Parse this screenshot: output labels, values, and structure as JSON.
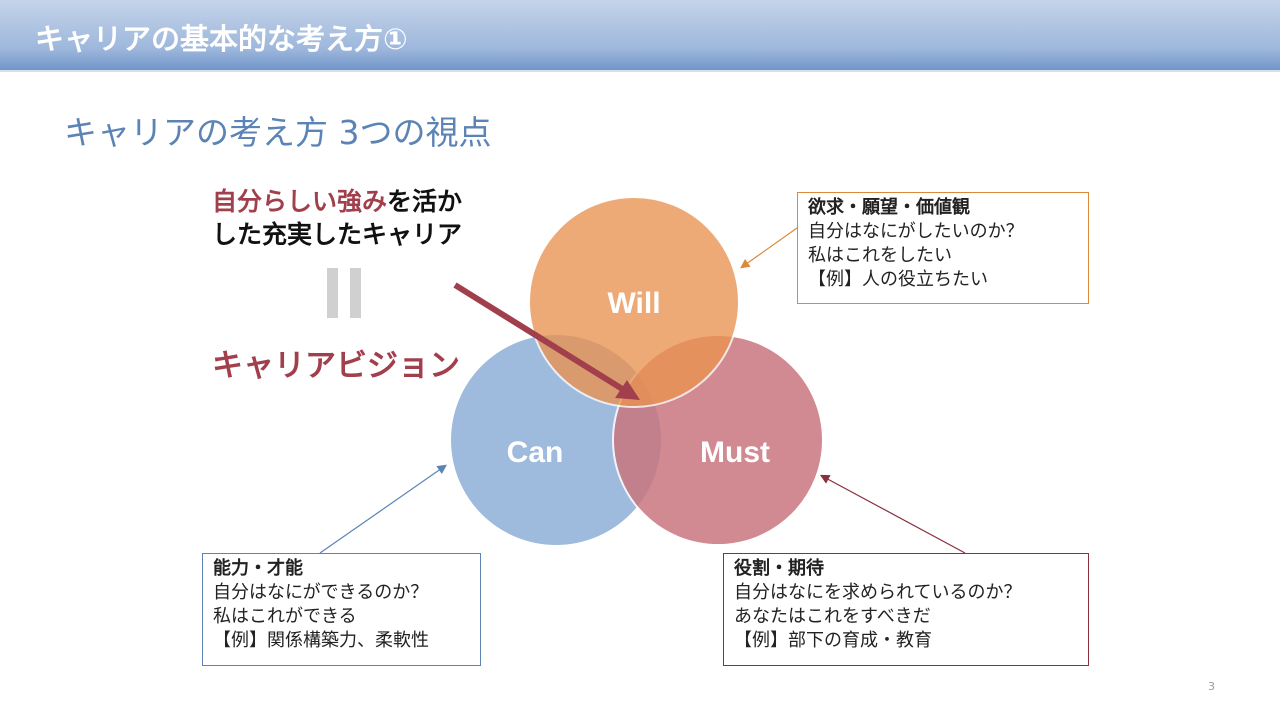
{
  "header": {
    "title": "キャリアの基本的な考え方①"
  },
  "subtitle": "キャリアの考え方 3つの視点",
  "lead": {
    "part1": "自分らしい強み",
    "part2": "を活か",
    "line2": "した充実したキャリア"
  },
  "vision": "キャリアビジョン",
  "venn": {
    "will": "Will",
    "can": "Can",
    "must": "Must",
    "colors": {
      "will": "#eda36a",
      "can": "#94b3d9",
      "must": "#c97680"
    }
  },
  "boxes": {
    "will": {
      "title": "欲求・願望・価値観",
      "lines": [
        "自分はなにがしたいのか？",
        "私はこれをしたい",
        "【例】人の役立ちたい"
      ]
    },
    "can": {
      "title": "能力・才能",
      "lines": [
        "自分はなにができるのか？",
        "私はこれができる",
        "【例】関係構築力、柔軟性"
      ]
    },
    "must": {
      "title": "役割・期待",
      "lines": [
        "自分はなにを求められているのか？",
        "あなたはこれをすべきだ",
        "【例】部下の育成・教育"
      ]
    }
  },
  "page_number": "3"
}
